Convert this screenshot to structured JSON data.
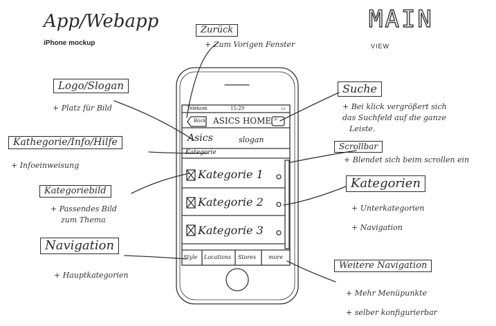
{
  "header": {
    "title": "App/Webapp",
    "subtitle": "iPhone mockup",
    "main_title": "MAIN",
    "main_sub": "VIEW"
  },
  "annotations": {
    "zurueck": {
      "label": "Zurück",
      "note": "+ Zum Vorigen Fenster"
    },
    "logo": {
      "label": "Logo/Slogan",
      "note": "+ Platz für Bild"
    },
    "kategorie_info": {
      "label": "Kathegorie/Info/Hilfe",
      "note": "+ Infoeinweisung"
    },
    "kategoriebild": {
      "label": "Kategoriebild",
      "notes": [
        "+ Passendes Bild",
        "zum Thema"
      ]
    },
    "navigation": {
      "label": "Navigation",
      "note": "+ Hauptkategorien"
    },
    "suche": {
      "label": "Suche",
      "notes": [
        "+ Bei klick vergrößert sich",
        "das Suchfeld auf die ganze",
        "Leiste."
      ]
    },
    "scrollbar": {
      "label": "Scrollbar",
      "note": "+ Blendet sich beim scrollen ein"
    },
    "kategorien": {
      "label": "Kategorien",
      "notes": [
        "+ Unterkategorien",
        "+ Navigation"
      ]
    },
    "weitere": {
      "label": "Weitere Navigation",
      "notes": [
        "+ Mehr Menüpunkte",
        "+ selber konfigurierbar"
      ]
    }
  },
  "phone": {
    "status": {
      "carrier": "Telekom",
      "time": "15:29"
    },
    "back_label": "Back",
    "nav_title": "ASICS HOME",
    "logo_text": "Asics",
    "slogan_text": "slogan",
    "category_bar": "Kategorie",
    "categories": [
      "Kategorie 1",
      "Kategorie 2",
      "Kategorie 3"
    ],
    "tabs": [
      "Style",
      "Locations",
      "Stores",
      "more"
    ]
  }
}
